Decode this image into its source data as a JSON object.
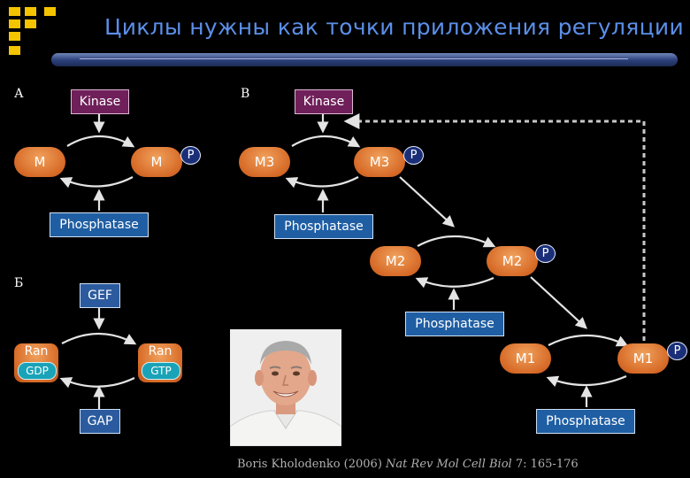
{
  "title": "Циклы нужны как точки приложения регуляции",
  "sections": {
    "a": "А",
    "b": "Б",
    "v": "В"
  },
  "labels": {
    "kinase": "Kinase",
    "phosphatase": "Phosphatase",
    "gef": "GEF",
    "gap": "GAP",
    "p": "P",
    "ran": "Ran",
    "gdp": "GDP",
    "gtp": "GTP"
  },
  "nodes": {
    "m": "M",
    "m3": "M3",
    "m2": "M2",
    "m1": "M1"
  },
  "caption": {
    "author": "Boris Kholodenko (2006) ",
    "journal": "Nat Rev Mol Cell Biol",
    "ref": " 7: 165-176"
  },
  "colors": {
    "title": "#5b8fe8",
    "node": "#d76b28",
    "kinase": "#6f1f59",
    "phosphatase": "#1f5ea3",
    "ran_sub": "#1aa3b8",
    "p_badge": "#1a2f78"
  }
}
